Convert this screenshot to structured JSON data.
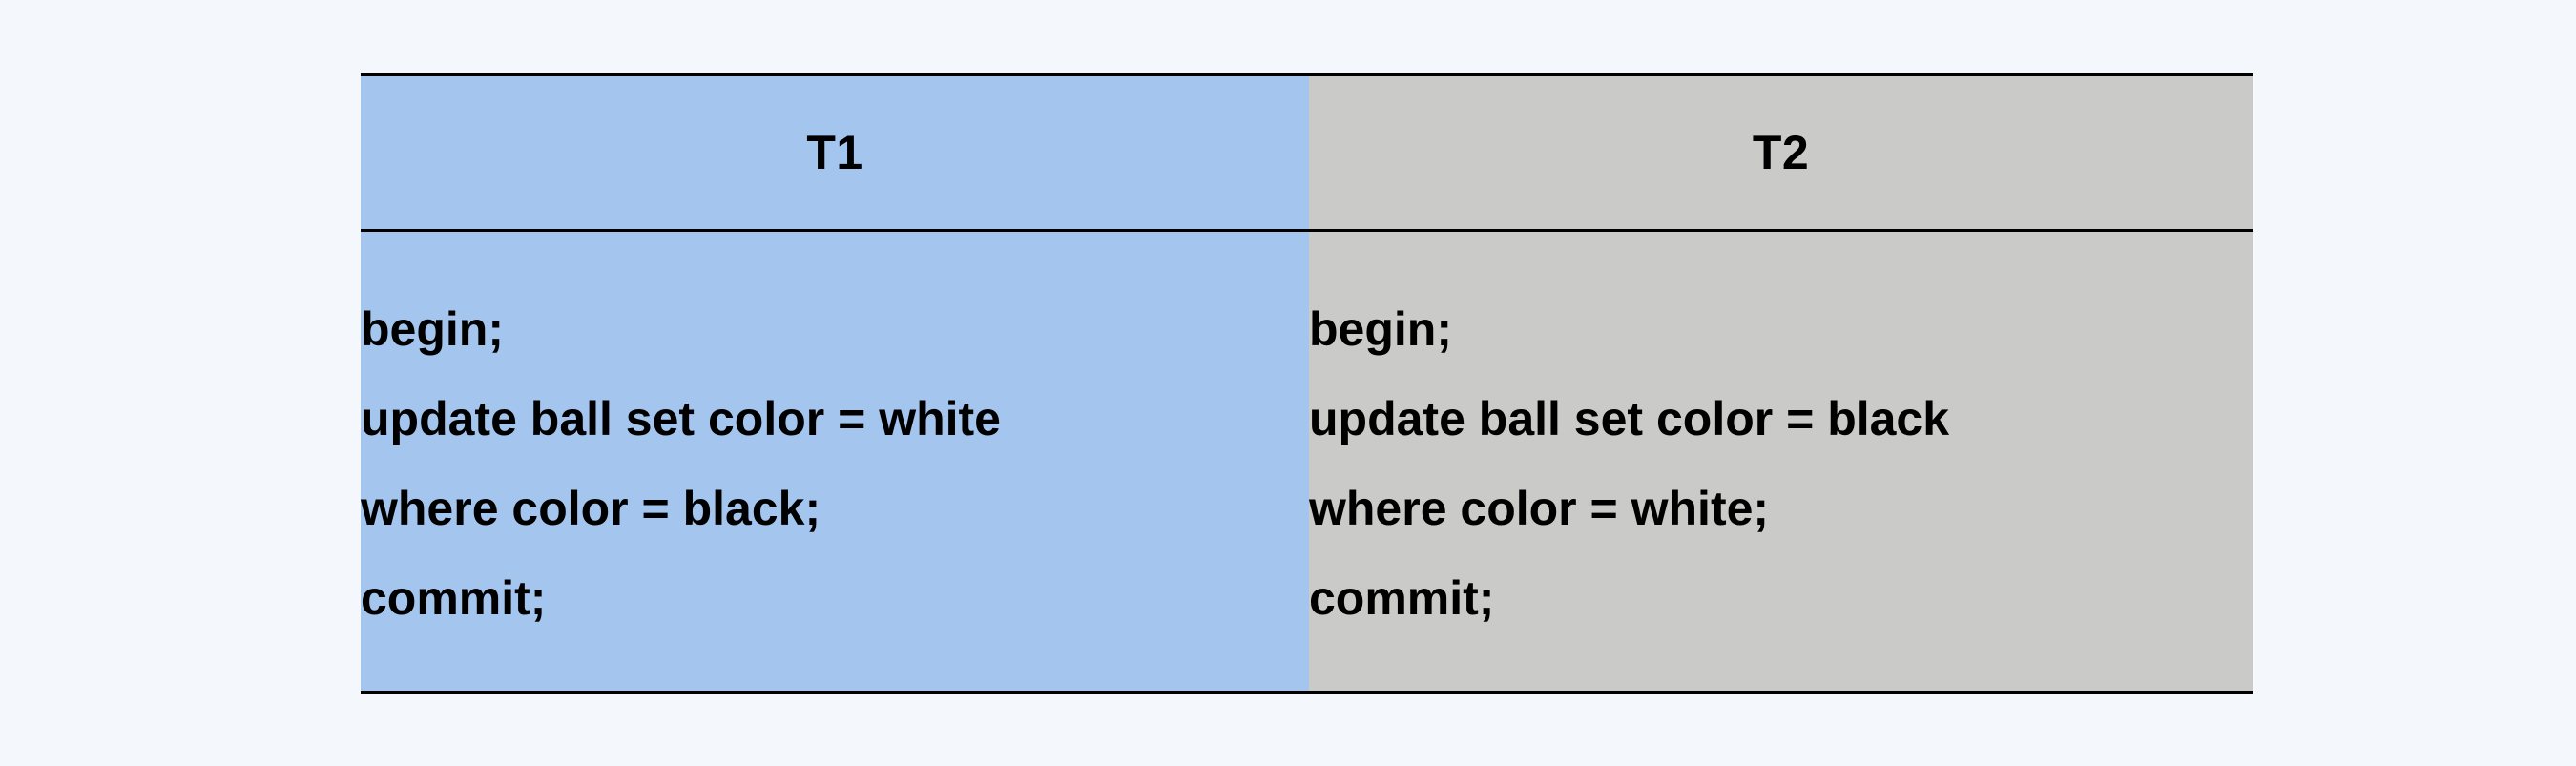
{
  "colors": {
    "page_background": "#f4f7fc",
    "t1_background": "#a4c6ee",
    "t2_background": "#cacac8",
    "rule": "#000000",
    "text": "#000000"
  },
  "table": {
    "columns": [
      {
        "header": "T1",
        "lines": [
          "begin;",
          "update ball set color = white",
          "where color = black;",
          "commit;"
        ]
      },
      {
        "header": "T2",
        "lines": [
          "begin;",
          "update ball set color = black",
          "where color = white;",
          "commit;"
        ]
      }
    ]
  }
}
